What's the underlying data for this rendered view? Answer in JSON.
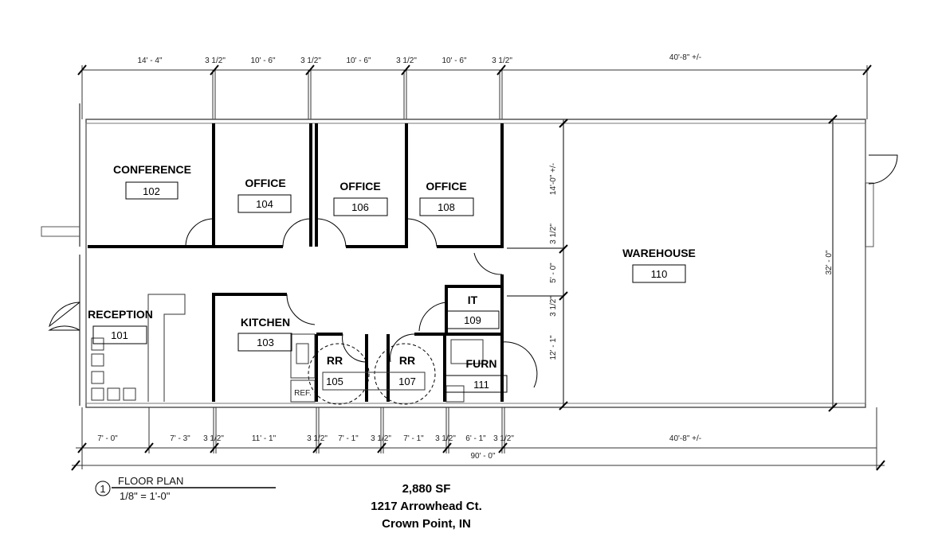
{
  "top_dimensions": [
    "14' - 4\"",
    "3 1/2\"",
    "10' - 6\"",
    "3 1/2\"",
    "10' - 6\"",
    "3 1/2\"",
    "10' - 6\"",
    "3 1/2\"",
    "40'-8\" +/-"
  ],
  "right_dimensions": [
    "14'-0\" +/-",
    "3 1/2\"",
    "5' - 0\"",
    "3 1/2\"",
    "12' - 1\""
  ],
  "overall_height": "32' - 0\"",
  "bottom_dimensions": [
    "7' - 0\"",
    "7' - 3\"",
    "3 1/2\"",
    "11' - 1\"",
    "3 1/2\"",
    "7' - 1\"",
    "3 1/2\"",
    "7' - 1\"",
    "3 1/2\"",
    "6' - 1\"",
    "3 1/2\"",
    "40'-8\" +/-"
  ],
  "overall_width": "90' - 0\"",
  "rooms": [
    {
      "name": "CONFERENCE",
      "number": "102"
    },
    {
      "name": "OFFICE",
      "number": "104"
    },
    {
      "name": "OFFICE",
      "number": "106"
    },
    {
      "name": "OFFICE",
      "number": "108"
    },
    {
      "name": "WAREHOUSE",
      "number": "110"
    },
    {
      "name": "RECEPTION",
      "number": "101"
    },
    {
      "name": "KITCHEN",
      "number": "103"
    },
    {
      "name": "RR",
      "number": "105"
    },
    {
      "name": "RR",
      "number": "107"
    },
    {
      "name": "IT",
      "number": "109"
    },
    {
      "name": "FURN",
      "number": "111"
    }
  ],
  "fixture_label": "REF.",
  "title_block": {
    "number": "1",
    "title": "FLOOR PLAN",
    "scale": "1/8\" = 1'-0\""
  },
  "info": {
    "area": "2,880 SF",
    "address": "1217 Arrowhead Ct.",
    "city": "Crown Point, IN"
  }
}
